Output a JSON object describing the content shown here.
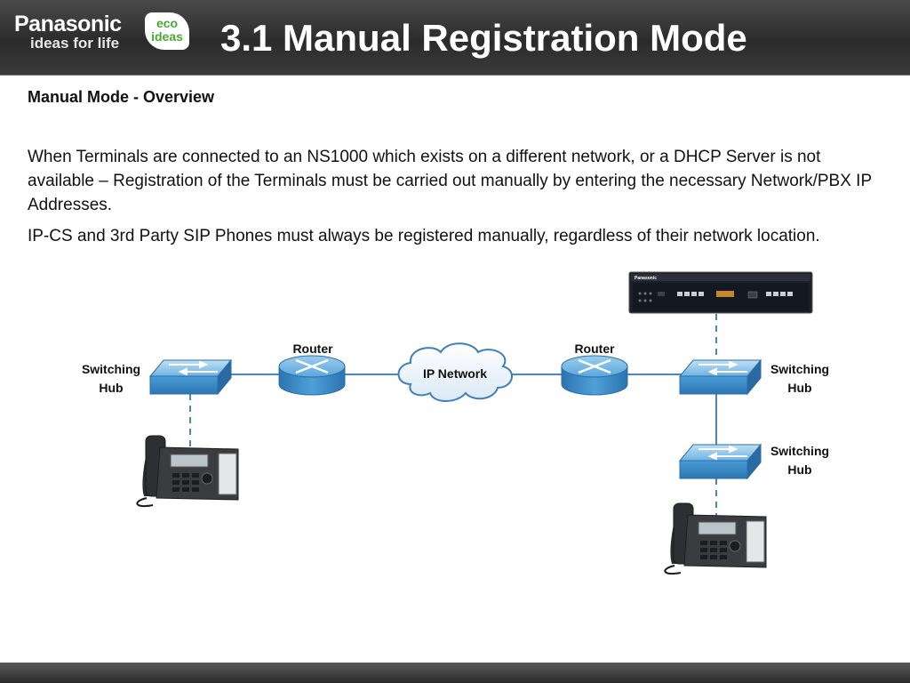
{
  "header": {
    "brand": "Panasonic",
    "tagline": "ideas for life",
    "eco_line1": "eco",
    "eco_line2": "ideas",
    "title": "3.1 Manual Registration Mode"
  },
  "content": {
    "subtitle": "Manual Mode - Overview",
    "paragraph1": "When Terminals are connected to an NS1000 which exists on a different network, or a DHCP Server is not available – Registration of the Terminals must be carried out manually by entering the necessary Network/PBX IP Addresses.",
    "paragraph2": "IP-CS and 3rd Party SIP Phones must always be registered manually, regardless of their network location."
  },
  "diagram": {
    "router_left": "Router",
    "router_right": "Router",
    "cloud": "IP Network",
    "hub_left": [
      "Switching",
      "Hub"
    ],
    "hub_right_top": [
      "Switching",
      "Hub"
    ],
    "hub_right_bottom": [
      "Switching",
      "Hub"
    ],
    "pbx_brand": "Panasonic"
  },
  "colors": {
    "header_bg": "#333333",
    "eco_green": "#4aa832",
    "device_blue": "#3f93cf",
    "line_blue": "#4a86c6"
  }
}
